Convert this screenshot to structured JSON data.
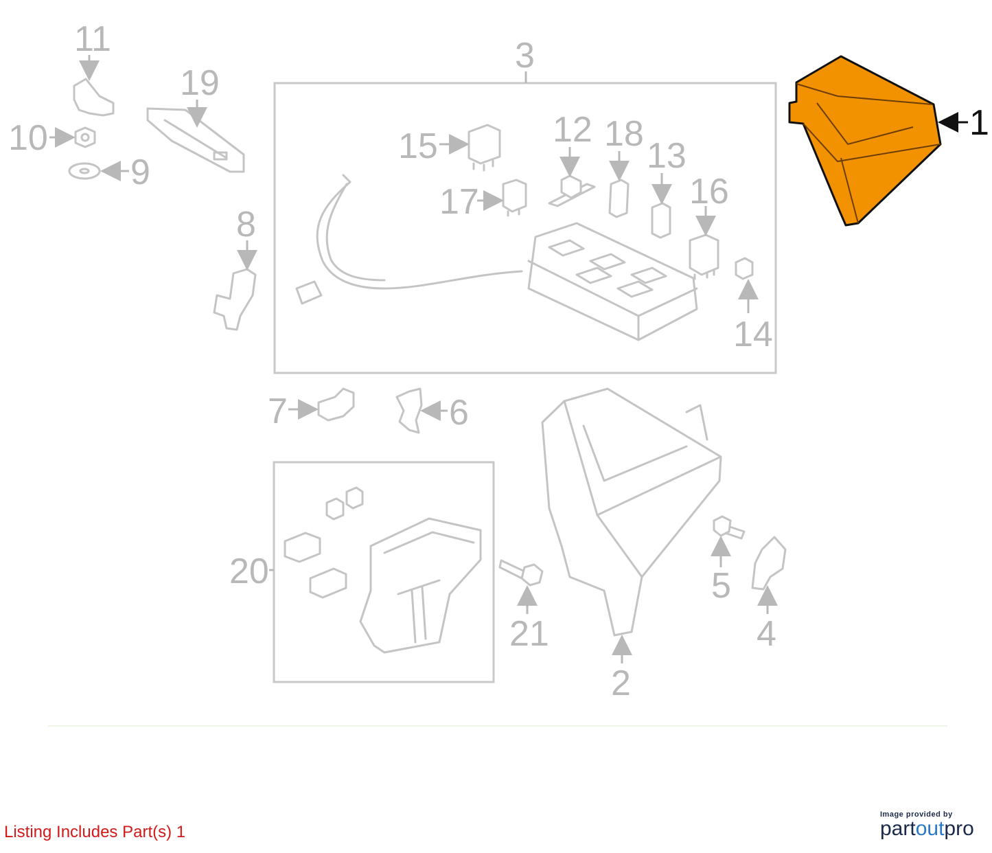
{
  "diagram": {
    "highlight_color": "#f39200",
    "callouts": {
      "c1": "1",
      "c2": "2",
      "c3": "3",
      "c4": "4",
      "c5": "5",
      "c6": "6",
      "c7": "7",
      "c8": "8",
      "c9": "9",
      "c10": "10",
      "c11": "11",
      "c12": "12",
      "c13": "13",
      "c14": "14",
      "c15": "15",
      "c16": "16",
      "c17": "17",
      "c18": "18",
      "c19": "19",
      "c20": "20",
      "c21": "21"
    }
  },
  "footer": {
    "listing_note": "Listing Includes Part(s) 1",
    "credit_caption": "Image provided by",
    "credit_logo_part1": "part",
    "credit_logo_part2": "out",
    "credit_logo_part3": "pro"
  }
}
